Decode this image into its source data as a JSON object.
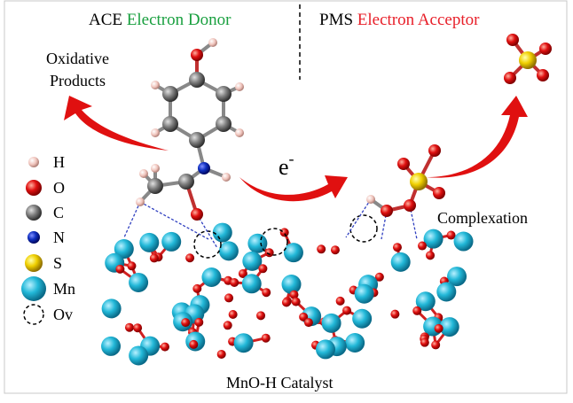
{
  "header": {
    "donor_prefix": "ACE",
    "donor_label": "Electron Donor",
    "acceptor_prefix": "PMS",
    "acceptor_label": "Electron Acceptor"
  },
  "labels": {
    "oxidative_line1": "Oxidative",
    "oxidative_line2": "Products",
    "electron": "e",
    "electron_sup": "-",
    "complexation": "Complexation",
    "catalyst": "MnO-H Catalyst"
  },
  "legend": [
    {
      "symbol": "H",
      "color": "#f2c6c0"
    },
    {
      "symbol": "O",
      "color": "#e01010"
    },
    {
      "symbol": "C",
      "color": "#808080"
    },
    {
      "symbol": "N",
      "color": "#1030c0"
    },
    {
      "symbol": "S",
      "color": "#f0d000"
    },
    {
      "symbol": "Mn",
      "color": "#20b8d8"
    },
    {
      "symbol": "Ov",
      "color": "#000000"
    }
  ],
  "colors": {
    "donor": "#1aa040",
    "acceptor": "#e8202a",
    "arrow": "#e01010"
  }
}
